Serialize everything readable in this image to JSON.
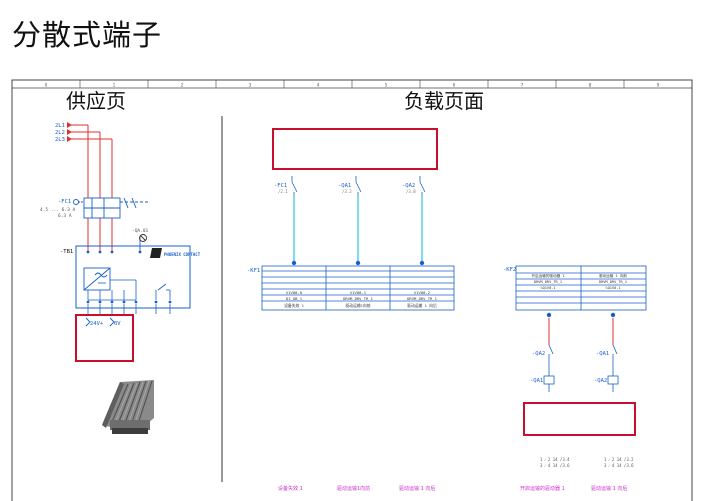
{
  "page": {
    "title": "分散式端子"
  },
  "sheet": {
    "column_numbers": [
      "0",
      "1",
      "2",
      "3",
      "4",
      "5",
      "6",
      "7",
      "8",
      "9"
    ],
    "supply_heading": "供应页",
    "load_heading": "负载页面"
  },
  "supply": {
    "bus_labels": [
      "2L1",
      "2L2",
      "2L3"
    ],
    "breaker_label": "-FC1",
    "breaker_rating": "4.5 ... 6.3 A",
    "breaker_sub": "6.3 A",
    "module_label": "-TB1",
    "module_brand": "PHOENIX CONTACT",
    "tap_label": "-QA.01",
    "output_labels": [
      "24V+",
      "0V"
    ]
  },
  "load": {
    "switches": [
      {
        "tag": "-FC1",
        "num": "/2.1"
      },
      {
        "tag": "-QA1",
        "num": "/3.2"
      },
      {
        "tag": "-QA2",
        "num": "/3.8"
      }
    ],
    "kf1": {
      "label": "-KF1",
      "rows": [
        [
          "X1V08.0",
          "X1V08.1",
          "X1V08.2"
        ],
        [
          "DI_UB_1",
          "DRVM_DRV_TR_1",
          "DRVM_DRV_TR_1"
        ],
        [
          "设备失效 1",
          "驱动运输1向前",
          "驱动运输 1 向后"
        ]
      ]
    },
    "kf2": {
      "label": "-KF2",
      "rows": [
        [
          "开启运输的驱动器 1",
          "驱动运输 1 向前"
        ],
        [
          "DRVM_DRV_TR_1",
          "DRVM_DRV_TR_1"
        ],
        [
          "%Q1V0.1",
          "%Q1V0.1"
        ]
      ]
    },
    "coil_tags": [
      "-QA2",
      "-QA1"
    ],
    "coil_labels": [
      "-QA1",
      "-QA2"
    ],
    "contact_groups": [
      [
        "1 ⁄ 2  14 /3.4",
        "3 ⁄ 4  14 /3.6"
      ],
      [
        "1 ⁄ 2  14 /3.2",
        "3 ⁄ 4  14 /3.6"
      ]
    ],
    "footer": [
      "设备失效 1",
      "驱动运输1向前",
      "驱动运输 1 向后",
      "开启运输的驱动器 1",
      "驱动运输 1 向后"
    ]
  },
  "colors": {
    "highlight": "#c8102e",
    "wire_red": "#e03030",
    "wire_cyan": "#30c8e0",
    "wire_blue": "#1a5fcc",
    "footer": "#cc33cc"
  }
}
